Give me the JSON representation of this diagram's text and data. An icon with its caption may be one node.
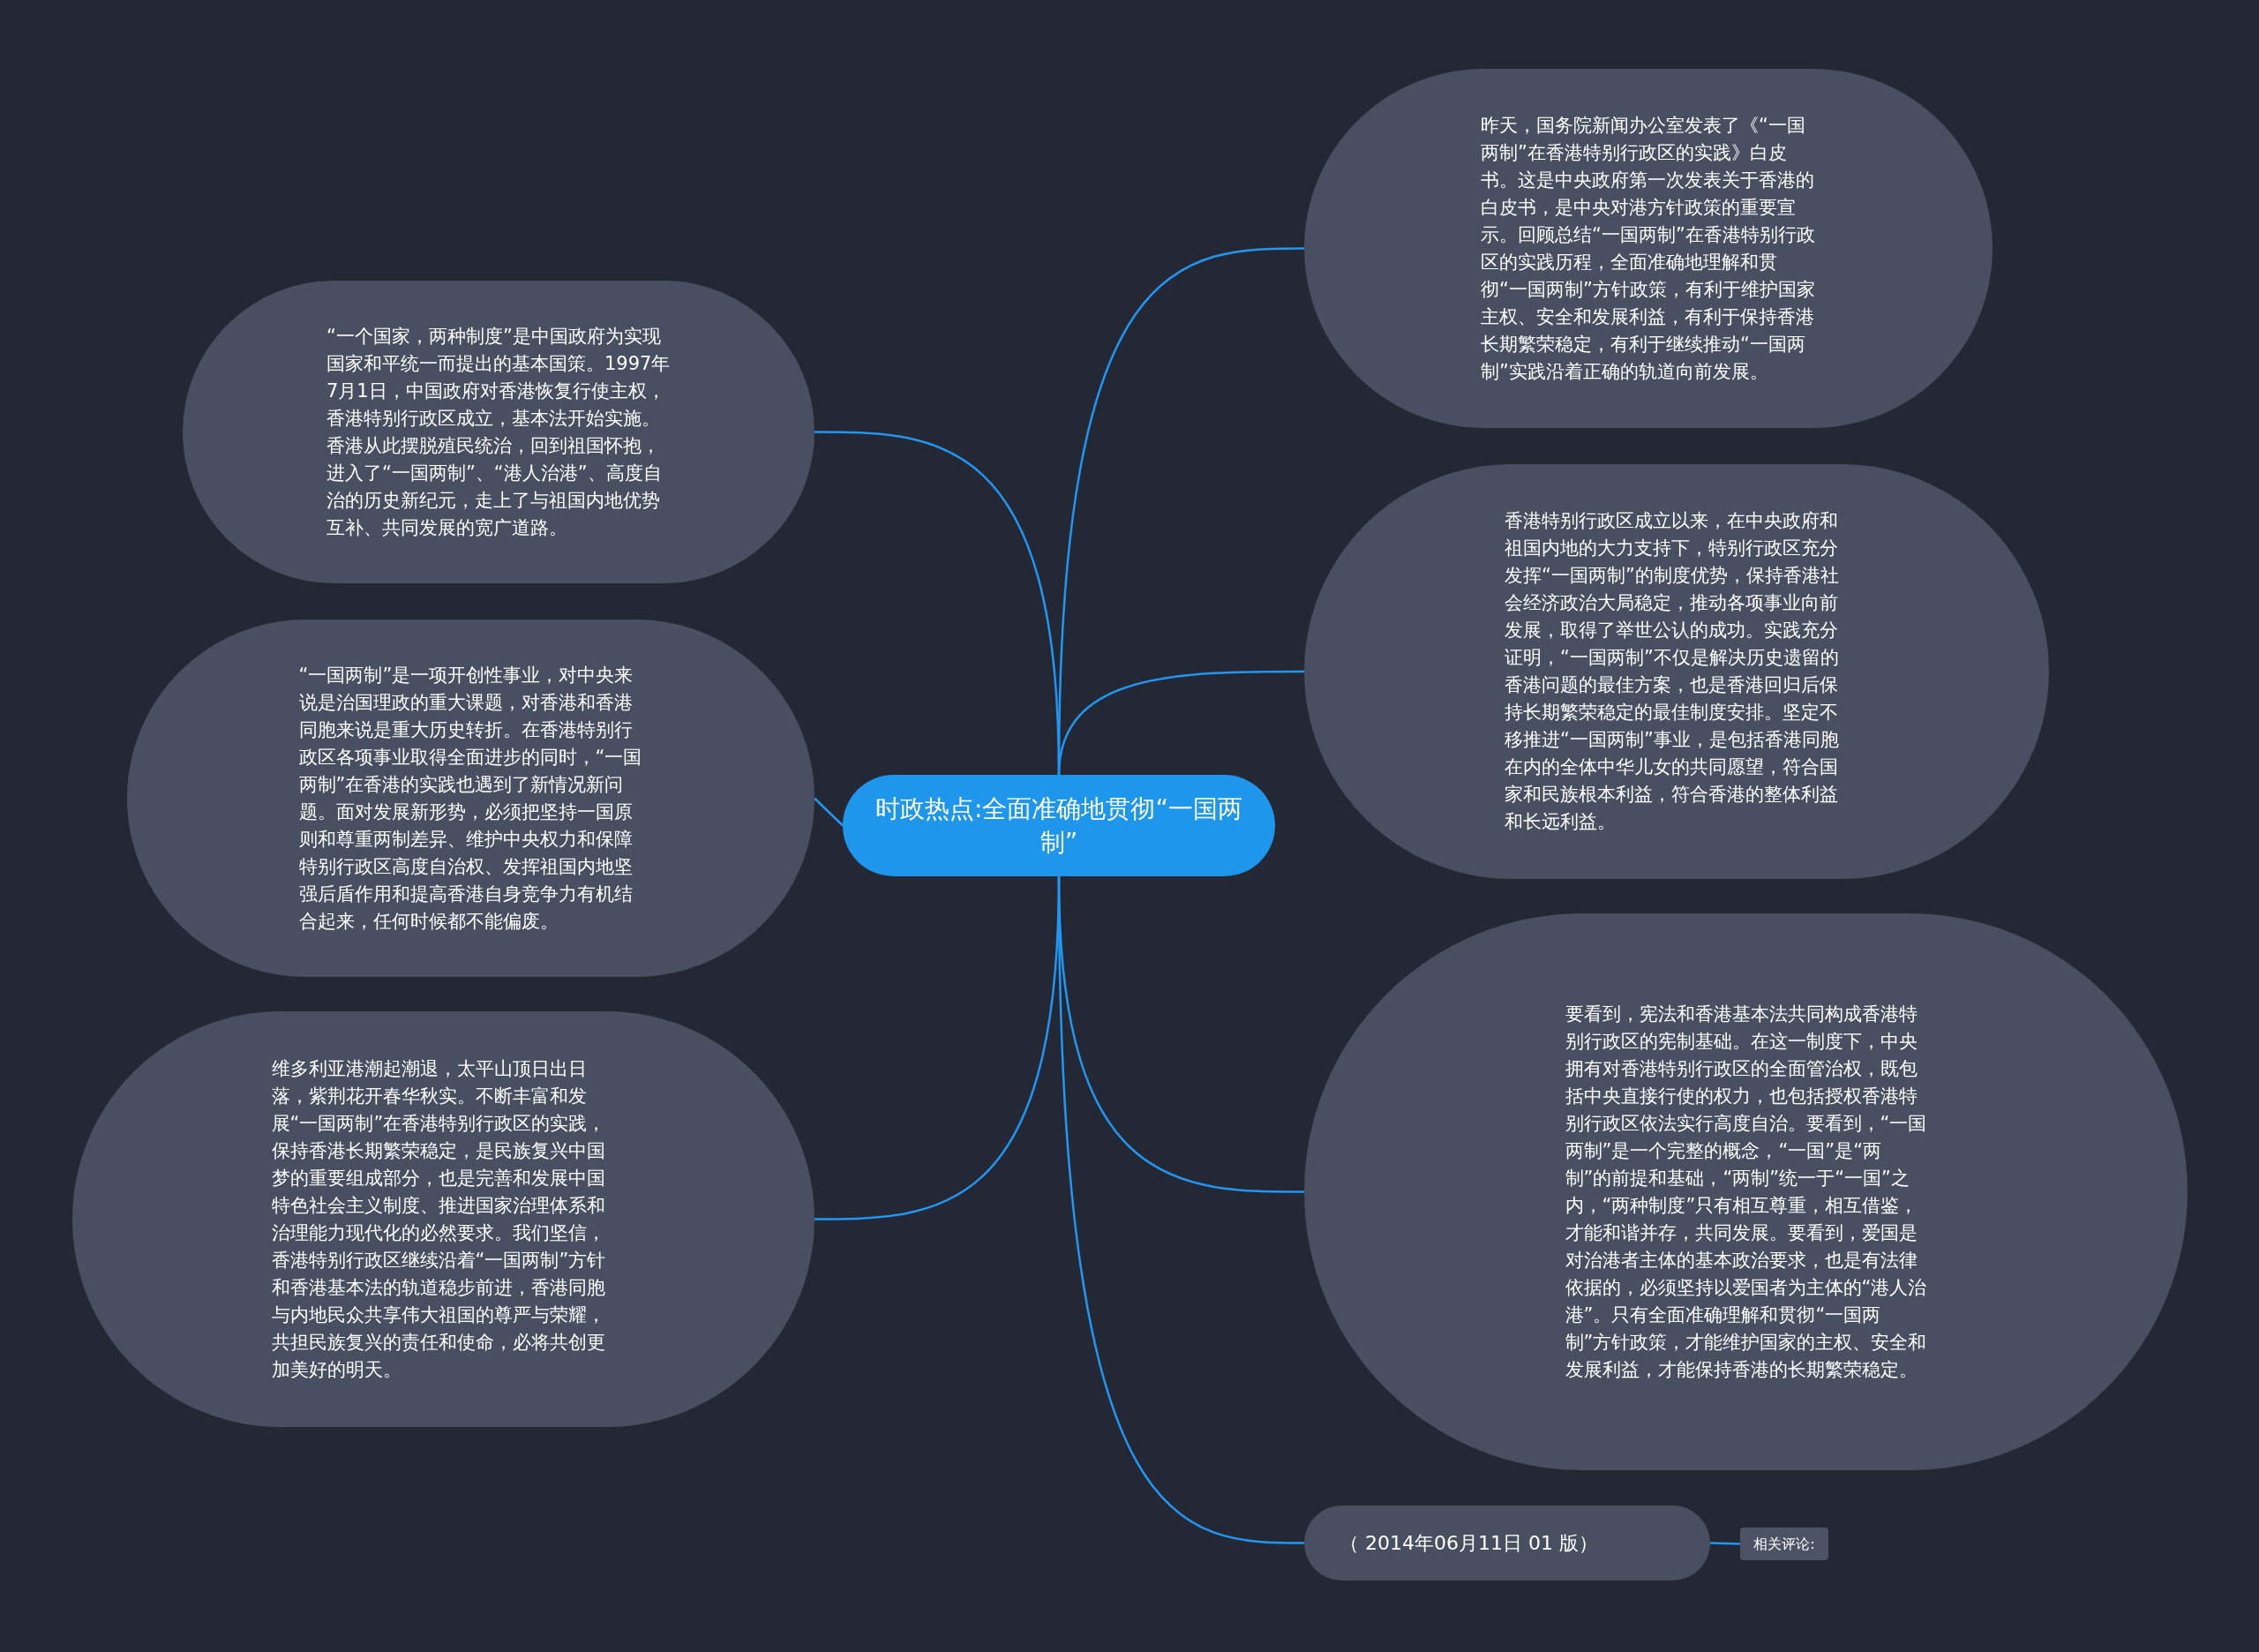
{
  "diagram": {
    "nodes": [
      {
        "text": [
          "时政热点:全面准确地贯彻“一国两制”"
        ]
      },
      {
        "text": [
          "昨天，国务院新闻办公室发表了《“一国两制”在香港特别行政区的实践》白皮书。这是中央政府第一次发表关于香港的白皮书，是中央对港方针政策的重要宣示。回顾总结“一国两制”在香港特别行政区的实践历程，全面准确地理解和贯彻“一国两制”方针政策，有利于维护国家主权、安全和发展利益，有利于保持香港长期繁荣稳定，有利于继续推动“一国两制”实践沿着正确的轨道向前发展。"
        ]
      },
      {
        "text": [
          "香港特别行政区成立以来，在中央政府和祖国内地的大力支持下，特别行政区充分发挥“一国两制”的制度优势，保持香港社会经济政治大局稳定，推动各项事业向前发展，取得了举世公认的成功。实践充分证明，“一国两制”不仅是解决历史遗留的香港问题的最佳方案，也是香港回归后保持长期繁荣稳定的最佳制度安排。坚定不移推进“一国两制”事业，是包括香港同胞在内的全体中华儿女的共同愿望，符合国家和民族根本利益，符合香港的整体利益和长远利益。"
        ]
      },
      {
        "text": [
          "要看到，宪法和香港基本法共同构成香港特别行政区的宪制基础。在这一制度下，中央拥有对香港特别行政区的全面管治权，既包括中央直接行使的权力，也包括授权香港特别行政区依法实行高度自治。要看到，“一国两制”是一个完整的概念，“一国”是“两制”的前提和基础，“两制”统一于“一国”之内，“两种制度”只有相互尊重，相互借鉴，才能和谐并存，共同发展。要看到，爱国是对治港者主体的基本政治要求，也是有法律依据的，必须坚持以爱国者为主体的“港人治港”。只有全面准确理解和贯彻“一国两制”方针政策，才能维护国家的主权、安全和发展利益，才能保持香港的长期繁荣稳定。"
        ]
      },
      {
        "text": [
          "（ 2014年06月11日 01 版）"
        ]
      },
      {
        "text": [
          "相关评论:"
        ]
      },
      {
        "text": [
          "“一个国家，两种制度”是中国政府为实现国家和平统一而提出的基本国策。1997年7月1日，中国政府对香港恢复行使主权，香港特别行政区成立，基本法开始实施。香港从此摆脱殖民统治，回到祖国怀抱，进入了“一国两制”、“港人治港”、高度自治的历史新纪元，走上了与祖国内地优势互补、共同发展的宽广道路。"
        ]
      },
      {
        "text": [
          "“一国两制”是一项开创性事业，对中央来说是治国理政的重大课题，对香港和香港同胞来说是重大历史转折。在香港特别行政区各项事业取得全面进步的同时，“一国两制”在香港的实践也遇到了新情况新问题。面对发展新形势，必须把坚持一国原则和尊重两制差异、维护中央权力和保障特别行政区高度自治权、发挥祖国内地坚强后盾作用和提高香港自身竞争力有机结合起来，任何时候都不能偏废。"
        ]
      },
      {
        "text": [
          "维多利亚港潮起潮退，太平山顶日出日落，紫荆花开春华秋实。不断丰富和发展“一国两制”在香港特别行政区的实践，保持香港长期繁荣稳定，是民族复兴中国梦的重要组成部分，也是完善和发展中国特色社会主义制度、推进国家治理体系和治理能力现代化的必然要求。我们坚信，香港特别行政区继续沿着“一国两制”方针和香港基本法的轨道稳步前进，香港同胞与内地民众共享伟大祖国的尊严与荣耀，共担民族复兴的责任和使命，必将共创更加美好的明天。"
        ]
      }
    ],
    "edges": [
      {
        "from": 0,
        "to": 1,
        "arrow": "none"
      },
      {
        "from": 0,
        "to": 2,
        "arrow": "none"
      },
      {
        "from": 0,
        "to": 3,
        "arrow": "none"
      },
      {
        "from": 0,
        "to": 4,
        "arrow": "none"
      },
      {
        "from": 4,
        "to": 5,
        "arrow": "none"
      },
      {
        "from": 0,
        "to": 6,
        "arrow": "none"
      },
      {
        "from": 0,
        "to": 7,
        "arrow": "none"
      },
      {
        "from": 0,
        "to": 8,
        "arrow": "none"
      }
    ]
  }
}
